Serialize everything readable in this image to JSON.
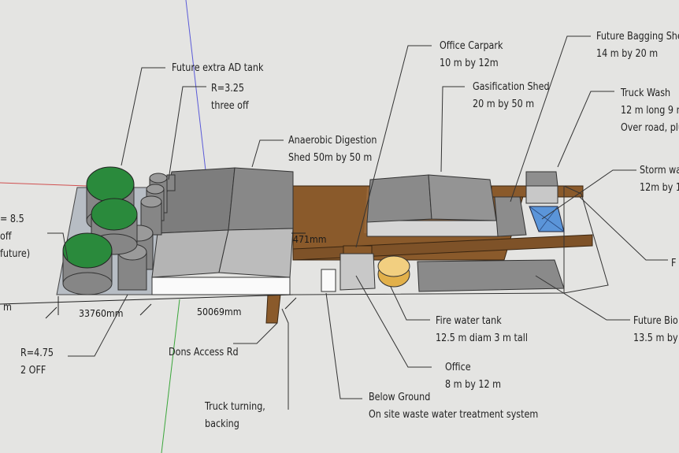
{
  "callouts": {
    "future_ad_tank": "Future extra AD tank",
    "small_tank_radius": "R=3.25",
    "small_tank_count": "three off",
    "ad_shed_name": "Anaerobic Digestion",
    "ad_shed_size": "Shed 50m by 50 m",
    "office_carpark_name": "Office Carpark",
    "office_carpark_size": "10 m by 12m",
    "gasification_shed_name": "Gasification Shed",
    "gasification_shed_size": "20 m by 50 m",
    "bagging_shed_name": "Future Bagging She",
    "bagging_shed_size": "14 m by 20 m",
    "truck_wash_name": "Truck Wash",
    "truck_wash_size": "12 m long 9 m",
    "truck_wash_note": "Over road, plu",
    "storm_water_name": "Storm wa",
    "storm_water_size": "12m by 1",
    "right_edge_letter": "F",
    "left_radius": "= 8.5",
    "left_count": "off",
    "left_future": "future)",
    "left_m": "m",
    "large_tank_radius": "R=4.75",
    "large_tank_count": "2 OFF",
    "access_road": "Dons Access Rd",
    "truck_turning_1": "Truck turning,",
    "truck_turning_2": "backing",
    "fire_tank_name": "Fire water tank",
    "fire_tank_size": "12.5 m diam 3 m tall",
    "office_name": "Office",
    "office_size": "8 m by 12 m",
    "below_ground_1": "Below Ground",
    "below_ground_2": "On site waste water treatment system",
    "future_bio_name": "Future Bio",
    "future_bio_size": "13.5 m by 5"
  },
  "dimensions": {
    "tank_area_width": "33760mm",
    "ad_shed_width": "50069mm",
    "road_width": "471mm"
  },
  "colors": {
    "background": "#e4e4e2",
    "tank_green": "#2a8a3c",
    "tank_grey": "#868686",
    "roof_grey": "#8e8e8e",
    "road_brown": "#8a5a2b",
    "fire_tank_yellow": "#e8b84e",
    "storm_water_blue": "#5b95d9"
  }
}
